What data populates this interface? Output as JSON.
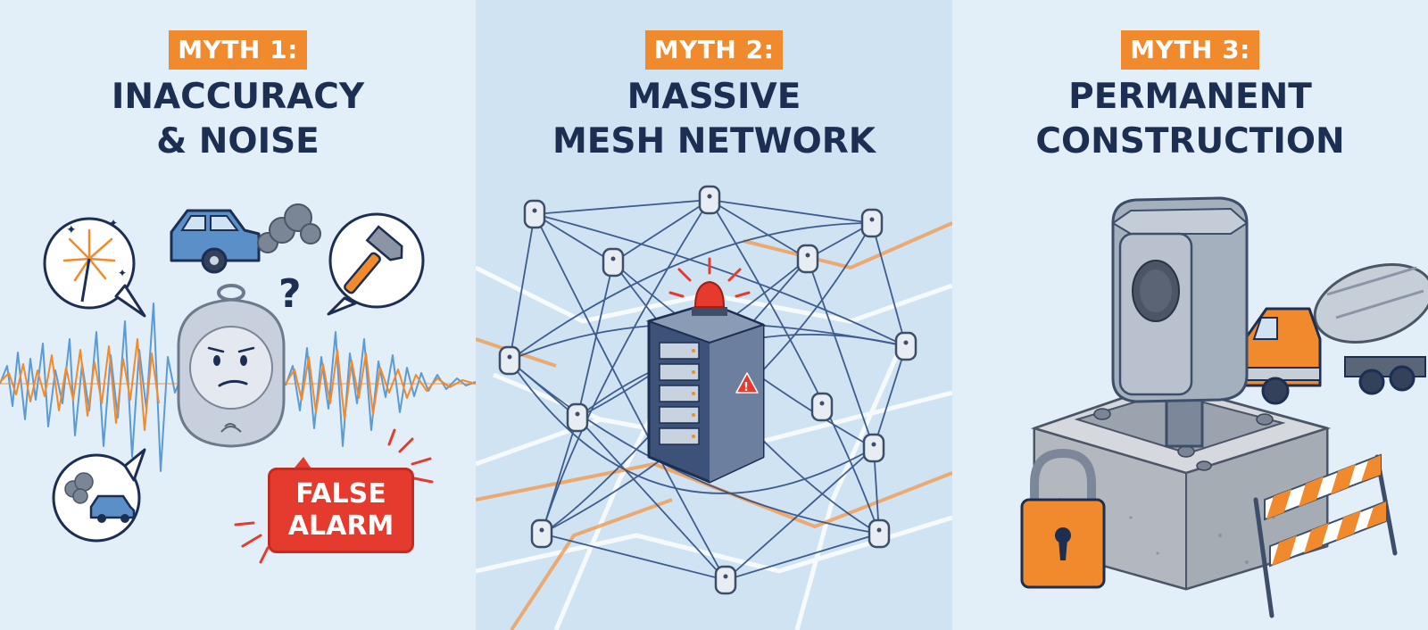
{
  "panels": [
    {
      "badge": "MYTH 1:",
      "title_line1": "INACCURACY",
      "title_line2": "& NOISE",
      "callout_line1": "FALSE",
      "callout_line2": "ALARM"
    },
    {
      "badge": "MYTH 2:",
      "title_line1": "MASSIVE",
      "title_line2": "MESH NETWORK"
    },
    {
      "badge": "MYTH 3:",
      "title_line1": "PERMANENT",
      "title_line2": "CONSTRUCTION"
    }
  ],
  "icons": {
    "panel1": [
      "fireworks-icon",
      "car-exhaust-icon",
      "hammer-icon",
      "question-mark-icon",
      "confused-sensor-icon",
      "waveform-icon"
    ],
    "panel2": [
      "mesh-node-icon",
      "server-rack-icon",
      "alarm-beacon-icon",
      "warning-icon",
      "street-map-icon"
    ],
    "panel3": [
      "mounted-sensor-icon",
      "concrete-base-icon",
      "padlock-icon",
      "cement-truck-icon",
      "barricade-icon"
    ]
  },
  "colors": {
    "accent": "#f08a2c",
    "navy": "#1c2e52",
    "alert": "#e53a2e",
    "panel_bg": "#e3eff8",
    "panel_bg_mid": "#cfe3f3"
  }
}
